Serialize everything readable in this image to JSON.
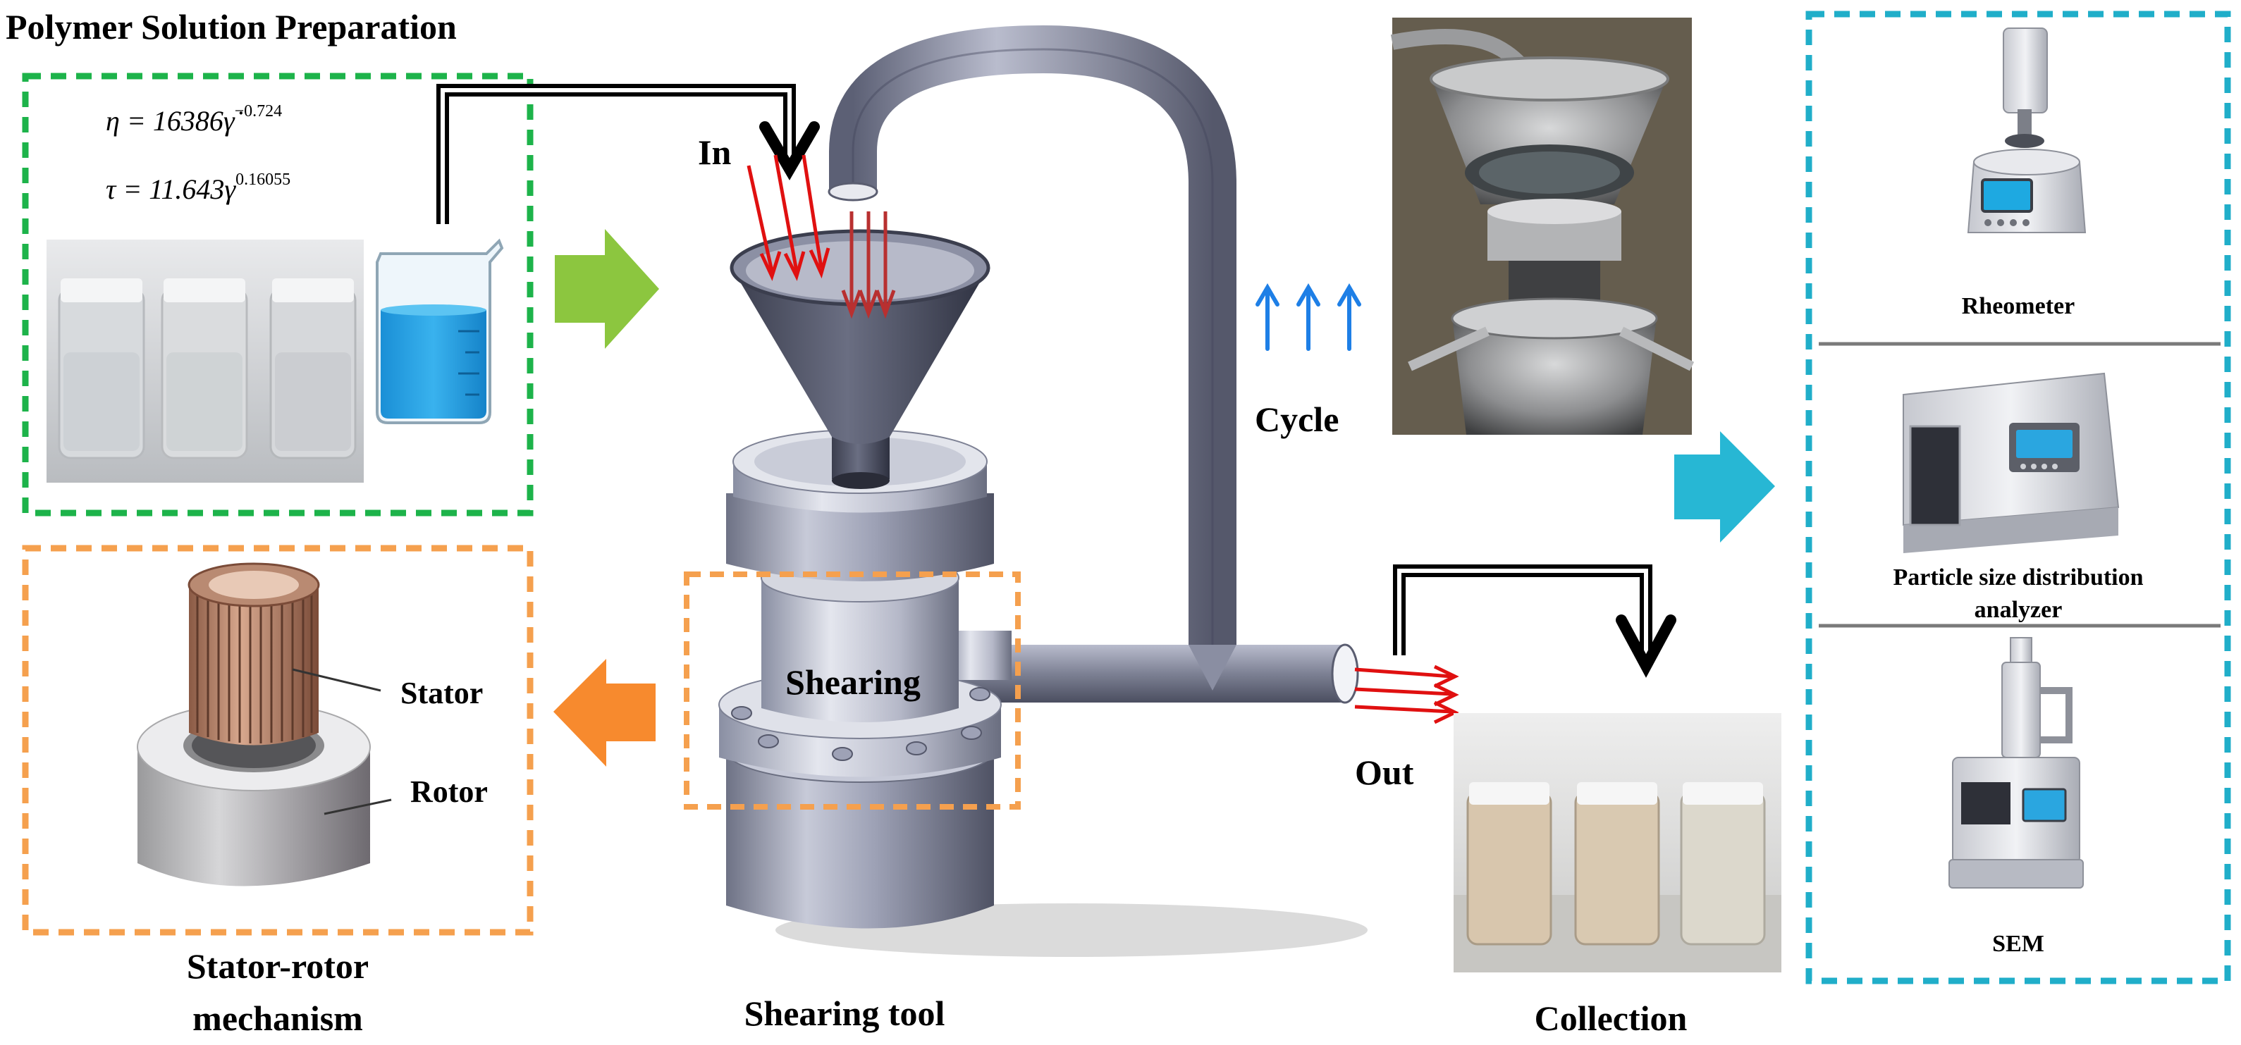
{
  "polymer": {
    "title": "Polymer Solution Preparation",
    "eta_lhs": "η = 16386",
    "eta_var": "γ̇",
    "eta_exp": "−0.724",
    "tau_lhs": "τ = 11.643",
    "tau_var": "γ",
    "tau_exp": "0.16055"
  },
  "rotor": {
    "stator_label": "Stator",
    "rotor_label": "Rotor",
    "caption_line1": "Stator-rotor",
    "caption_line2": "mechanism"
  },
  "tool": {
    "in_label": "In",
    "shearing_label": "Shearing",
    "caption": "Shearing tool",
    "cycle_label": "Cycle",
    "out_label": "Out"
  },
  "collection": {
    "caption": "Collection"
  },
  "analysis": {
    "rheometer": "Rheometer",
    "psd_line1": "Particle size distribution",
    "psd_line2": "analyzer",
    "sem": "SEM"
  },
  "colors": {
    "green_dash": "#1db34a",
    "orange_dash": "#f5a04e",
    "cyan_dash": "#20aec9",
    "green_arrow": "#8cc63f",
    "orange_arrow": "#f78a2e",
    "cyan_arrow": "#27b7d4",
    "red_flow": "#e01010",
    "blue_flow": "#1e7fe6"
  }
}
